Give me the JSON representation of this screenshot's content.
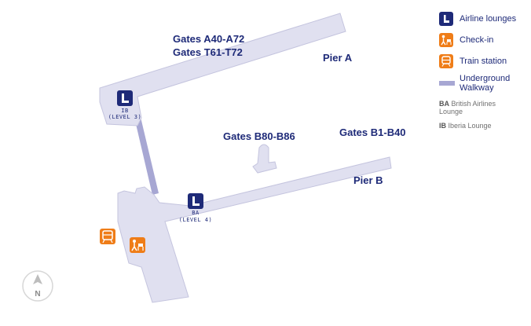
{
  "map": {
    "piers": [
      {
        "name": "Pier A",
        "gates": [
          "Gates A40-A72",
          "Gates T61-T72"
        ]
      },
      {
        "name": "Pier B",
        "gates": [
          "Gates B1-B40"
        ]
      }
    ],
    "gate_areas": [
      "Gates B80-B86"
    ],
    "lounges": [
      {
        "code": "IB",
        "level": "(LEVEL 3)"
      },
      {
        "code": "BA",
        "level": "(LEVEL 4)"
      }
    ],
    "compass_label": "N"
  },
  "legend": {
    "items": [
      {
        "label": "Airline lounges",
        "icon": "lounge-icon",
        "color": "#1e2a78"
      },
      {
        "label": "Check-in",
        "icon": "check-in-icon",
        "color": "#ef7d18"
      },
      {
        "label": "Train station",
        "icon": "train-icon",
        "color": "#ef7d18"
      },
      {
        "label": "Underground Walkway",
        "icon": "walkway-line",
        "color": "#a7a7d3"
      }
    ],
    "notes": [
      {
        "code": "BA",
        "text": "British Airlines Lounge"
      },
      {
        "code": "IB",
        "text": "Iberia Lounge"
      }
    ]
  },
  "colors": {
    "terminal_fill": "#e0e0f0",
    "terminal_stroke": "#c4c4de",
    "walkway": "#a7a7d3",
    "navy": "#1e2a78",
    "orange": "#ef7d18"
  }
}
